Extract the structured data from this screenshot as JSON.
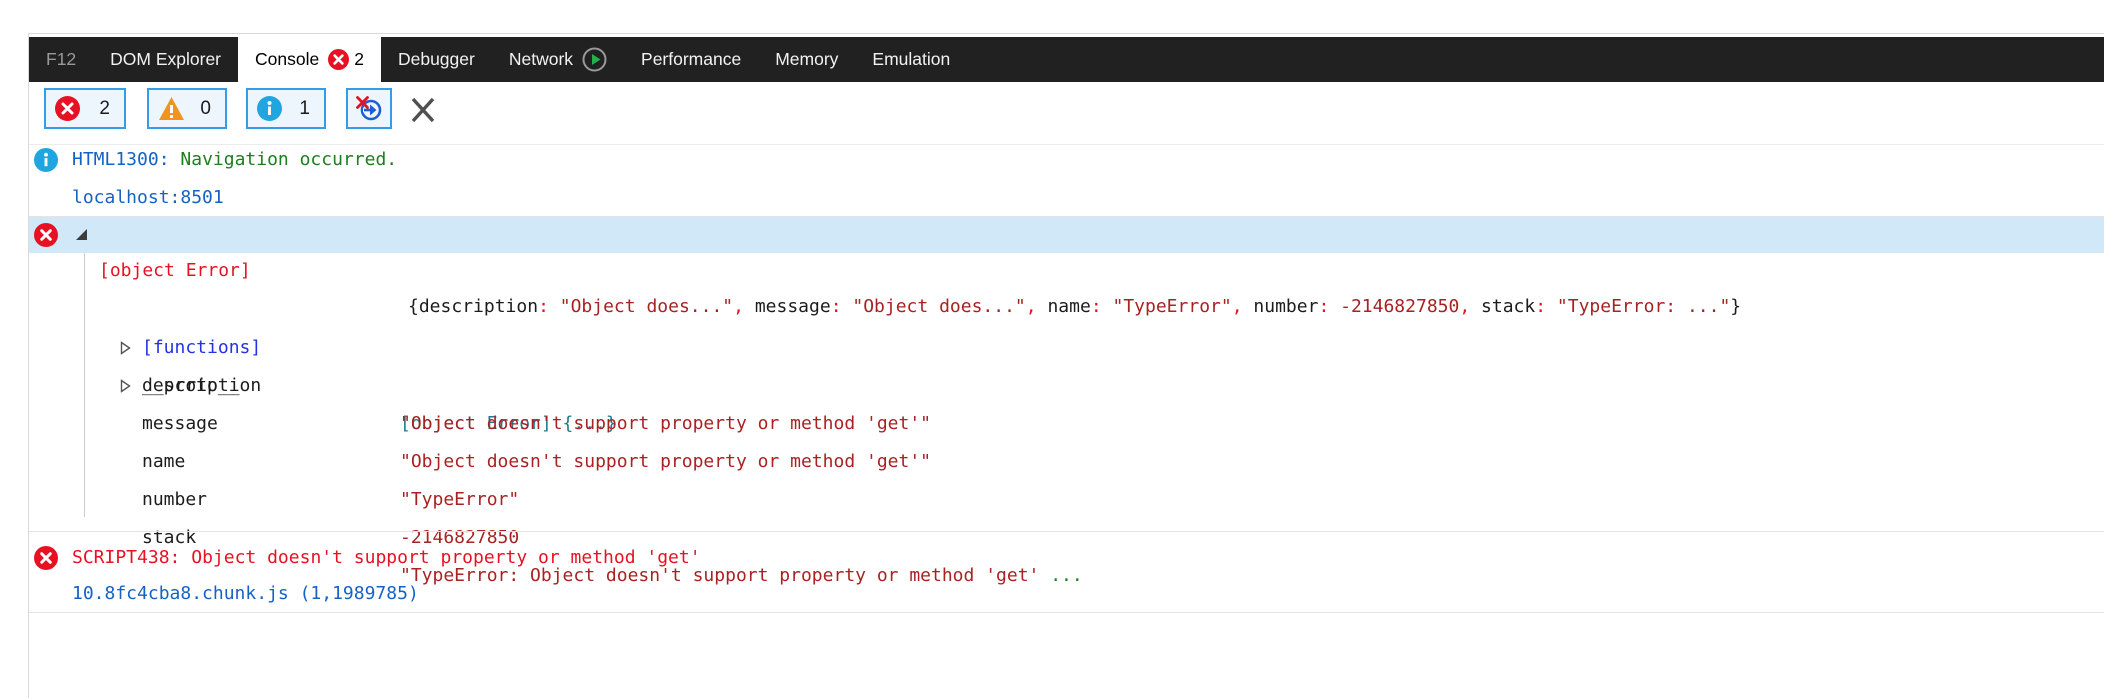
{
  "tab_bar": {
    "tabs": [
      {
        "label": "F12"
      },
      {
        "label": "DOM Explorer"
      },
      {
        "label": "Console",
        "badge_count": "2",
        "active": true
      },
      {
        "label": "Debugger"
      },
      {
        "label": "Network",
        "has_play_icon": true
      },
      {
        "label": "Performance"
      },
      {
        "label": "Memory"
      },
      {
        "label": "Emulation"
      }
    ]
  },
  "toolbar": {
    "error_filter": {
      "count": "2"
    },
    "warning_filter": {
      "count": "0"
    },
    "info_filter": {
      "count": "1"
    }
  },
  "console": {
    "info_message": {
      "code": "HTML1300",
      "separator": ": ",
      "text": "Navigation occurred.",
      "source_link": "localhost:8501"
    },
    "error_object": {
      "label": "[object Error]",
      "preview": {
        "open": "{",
        "pairs": [
          {
            "key": "description",
            "colon": ": ",
            "value": "\"Object does...\"",
            "comma": ", "
          },
          {
            "key": "message",
            "colon": ": ",
            "value": "\"Object does...\"",
            "comma": ", "
          },
          {
            "key": "name",
            "colon": ": ",
            "value": "\"TypeError\"",
            "comma": ", "
          },
          {
            "key": "number",
            "colon": ": ",
            "value": "-2146827850",
            "comma": ", "
          },
          {
            "key": "stack",
            "colon": ": ",
            "value": "\"TypeError: ...\"",
            "comma": ""
          }
        ],
        "close": "}"
      },
      "properties": [
        {
          "name": "[functions]"
        },
        {
          "name": "__proto__",
          "value": "[object Error] {...}"
        },
        {
          "name": "description",
          "value": "\"Object doesn't support property or method 'get'\""
        },
        {
          "name": "message",
          "value": "\"Object doesn't support property or method 'get'\""
        },
        {
          "name": "name",
          "value": "\"TypeError\""
        },
        {
          "name": "number",
          "value": "-2146827850"
        },
        {
          "name": "stack",
          "value": "\"TypeError: Object doesn't support property or method 'get' ",
          "suffix": "..."
        }
      ]
    },
    "error_message": {
      "code": "SCRIPT438",
      "separator": ": ",
      "text": "Object doesn't support property or method 'get'",
      "source_link": "10.8fc4cba8.chunk.js (1,1989785)"
    }
  },
  "colors": {
    "tab_bar_bg": "#212121",
    "active_tab_bg": "#ffffff",
    "selected_row_bg": "#d0e8f7",
    "error_red": "#e81123",
    "warning_orange": "#f0941e",
    "info_blue": "#1fa6e0",
    "link_blue": "#1662c4",
    "message_green": "#1e7d1e",
    "string_value_red": "#a82222",
    "object_teal": "#1e7d8c",
    "filter_button_border": "#379be6"
  }
}
